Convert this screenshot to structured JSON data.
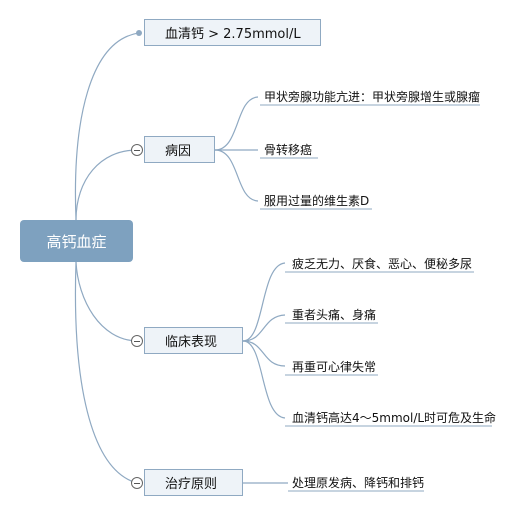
{
  "root": {
    "label": "高钙血症"
  },
  "branches": [
    {
      "label": "血清钙 > 2.75mmol/L",
      "children": []
    },
    {
      "label": "病因",
      "children": [
        "甲状旁腺功能亢进：甲状旁腺增生或腺瘤",
        "骨转移癌",
        "服用过量的维生素D"
      ]
    },
    {
      "label": "临床表现",
      "children": [
        "疲乏无力、厌食、恶心、便秘多尿",
        "重者头痛、身痛",
        "再重可心律失常",
        "血清钙高达4～5mmol/L时可危及生命"
      ]
    },
    {
      "label": "治疗原则",
      "children": [
        "处理原发病、降钙和排钙"
      ]
    }
  ],
  "colors": {
    "root_fill": "#7ea1bf",
    "line": "#8fa9c2",
    "node_fill": "#eef3f8"
  }
}
